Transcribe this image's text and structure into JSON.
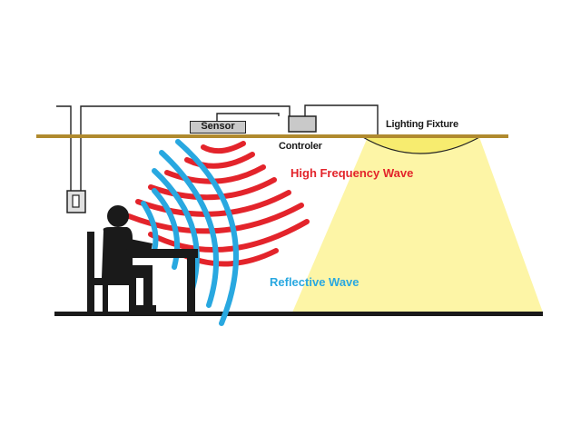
{
  "labels": {
    "sensor": "Sensor",
    "controller": "Controler",
    "fixture": "Lighting Fixture",
    "high_frequency": "High Frequency Wave",
    "reflective": "Reflective Wave"
  },
  "colors": {
    "ceiling": "#b08a2e",
    "floor": "#1a1a1a",
    "high_frequency_wave": "#e3242b",
    "reflective_wave": "#29a8e0",
    "light_beam": "#fdf5a6",
    "fixture": "#f7ec6f",
    "wiring": "#222222",
    "sensor_fill": "#c9c9c9"
  },
  "icons": {
    "person": "person-at-desk-icon",
    "switch": "wall-switch-icon"
  }
}
